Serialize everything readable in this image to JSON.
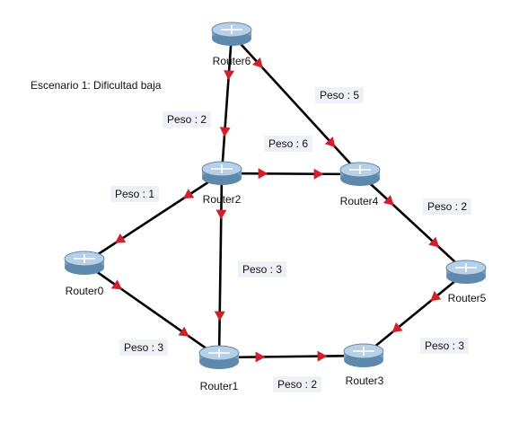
{
  "scenario": "Escenario 1: Dificultad baja",
  "colors": {
    "link": "#000000",
    "arrow": "#d0202a",
    "router_body": "#7aa2c6",
    "router_top": "#b7d0e6",
    "label_bg": "#eef1f8"
  },
  "routers": [
    {
      "id": "r6",
      "name": "Router6",
      "icon": "router-icon"
    },
    {
      "id": "r2",
      "name": "Router2",
      "icon": "router-icon"
    },
    {
      "id": "r4",
      "name": "Router4",
      "icon": "router-icon"
    },
    {
      "id": "r0",
      "name": "Router0",
      "icon": "router-icon"
    },
    {
      "id": "r5",
      "name": "Router5",
      "icon": "router-icon"
    },
    {
      "id": "r1",
      "name": "Router1",
      "icon": "router-icon"
    },
    {
      "id": "r3",
      "name": "Router3",
      "icon": "router-icon"
    }
  ],
  "links": [
    {
      "from": "r6",
      "to": "r2",
      "weight": "Peso : 2"
    },
    {
      "from": "r6",
      "to": "r4",
      "weight": "Peso : 5"
    },
    {
      "from": "r2",
      "to": "r4",
      "weight": "Peso : 6"
    },
    {
      "from": "r0",
      "to": "r2",
      "weight": "Peso : 1"
    },
    {
      "from": "r4",
      "to": "r5",
      "weight": "Peso : 2"
    },
    {
      "from": "r2",
      "to": "r1",
      "weight": "Peso : 3"
    },
    {
      "from": "r0",
      "to": "r1",
      "weight": "Peso : 3"
    },
    {
      "from": "r1",
      "to": "r3",
      "weight": "Peso : 2"
    },
    {
      "from": "r3",
      "to": "r5",
      "weight": "Peso : 3"
    }
  ]
}
